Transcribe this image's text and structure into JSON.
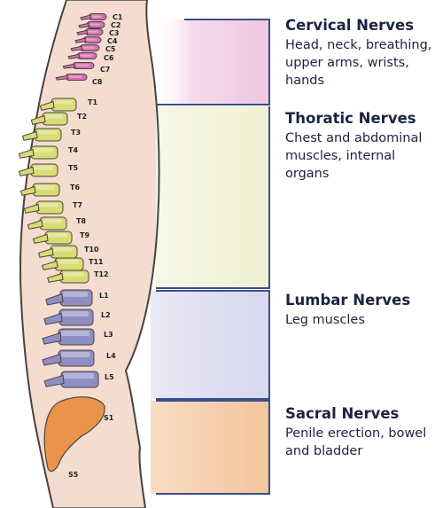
{
  "colors": {
    "skin": "#f4ddd0",
    "outline": "#4a4340",
    "cervical": "#d86fb0",
    "thoracic": "#d8dc73",
    "lumbar": "#8f8ec2",
    "sacral": "#e9944a",
    "bracket": "#3a4e8c",
    "box_cervical": "#f2d3e7",
    "box_thoracic": "#f0f2d8",
    "box_lumbar": "#dcdcf0",
    "box_sacral": "#f6cda8"
  },
  "vertebrae": {
    "cervical": [
      "C1",
      "C2",
      "C3",
      "C4",
      "C5",
      "C6",
      "C7",
      "C8"
    ],
    "thoracic": [
      "T1",
      "T2",
      "T3",
      "T4",
      "T5",
      "T6",
      "T7",
      "T8",
      "T9",
      "T10",
      "T11",
      "T12"
    ],
    "lumbar": [
      "L1",
      "L2",
      "L3",
      "L4",
      "L5"
    ],
    "sacral": [
      "S1",
      "S5"
    ]
  },
  "groups": [
    {
      "title": "Cervical Nerves",
      "description": "Head, neck, breathing, upper arms, wrists, hands"
    },
    {
      "title": "Thoratic Nerves",
      "description": "Chest and abdominal muscles, internal organs"
    },
    {
      "title": "Lumbar Nerves",
      "description": "Leg muscles"
    },
    {
      "title": "Sacral Nerves",
      "description": "Penile erection, bowel and bladder"
    }
  ]
}
